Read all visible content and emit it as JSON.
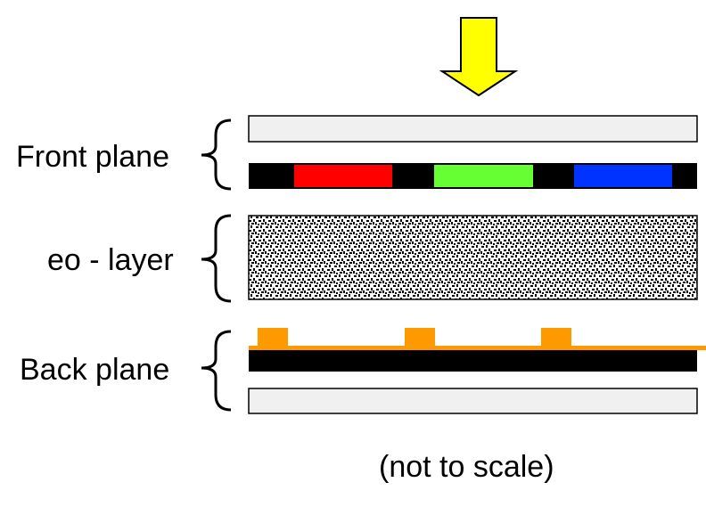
{
  "labels": {
    "front_plane": "Front plane",
    "eo_layer": "eo - layer",
    "back_plane": "Back plane",
    "caption": "(not to scale)"
  },
  "colors": {
    "arrow_fill": "#ffff00",
    "glass": "#f0f0f0",
    "black_matrix": "#000000",
    "red_filter": "#ff0000",
    "green_filter": "#66ff33",
    "blue_filter": "#0033ff",
    "electrode": "#ff9900",
    "particles": "#000000"
  },
  "icons": {
    "light_arrow": "down-arrow-icon"
  }
}
